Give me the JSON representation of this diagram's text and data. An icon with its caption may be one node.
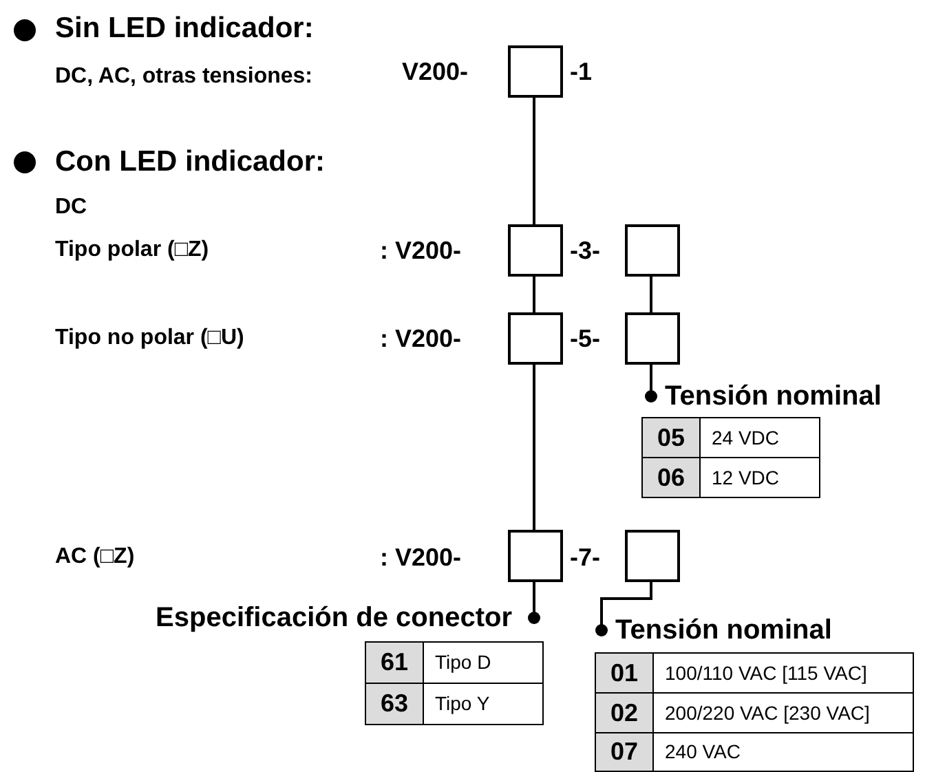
{
  "diagram": {
    "nodes": [
      {
        "text": [],
        "shape": "box"
      },
      {
        "text": [],
        "shape": "box"
      },
      {
        "text": [],
        "shape": "box"
      },
      {
        "text": [],
        "shape": "box"
      },
      {
        "text": [],
        "shape": "box"
      },
      {
        "text": [
          "Tensión nominal"
        ]
      },
      {
        "text": [],
        "shape": "box"
      },
      {
        "text": [],
        "shape": "box"
      },
      {
        "text": [
          "Especificación de conector"
        ]
      },
      {
        "text": [
          "Tensión nominal"
        ]
      }
    ],
    "edges": [
      {
        "from": 0,
        "to": 1,
        "arrow": "none"
      },
      {
        "from": 1,
        "to": 3,
        "arrow": "none"
      },
      {
        "from": 3,
        "to": 6,
        "arrow": "none"
      },
      {
        "from": 6,
        "to": 8,
        "arrow": "other"
      },
      {
        "from": 2,
        "to": 4,
        "arrow": "none"
      },
      {
        "from": 4,
        "to": 5,
        "arrow": "other"
      },
      {
        "from": 7,
        "to": 9,
        "arrow": "other"
      }
    ],
    "labels": [
      "Sin LED indicador:",
      "DC, AC, otras tensiones:",
      "V200-",
      "-1",
      "Con LED indicador:",
      "DC",
      "Tipo polar (□Z)",
      ": V200-",
      "-3-",
      "Tipo no polar (□U)",
      ": V200-",
      "-5-",
      "05",
      "24 VDC",
      "06",
      "12 VDC",
      "AC (□Z)",
      ": V200-",
      "-7-",
      "61",
      "Tipo D",
      "63",
      "Tipo Y",
      "01",
      "100/110 VAC [115 VAC]",
      "02",
      "200/220 VAC [230 VAC]",
      "07",
      "240 VAC"
    ]
  }
}
